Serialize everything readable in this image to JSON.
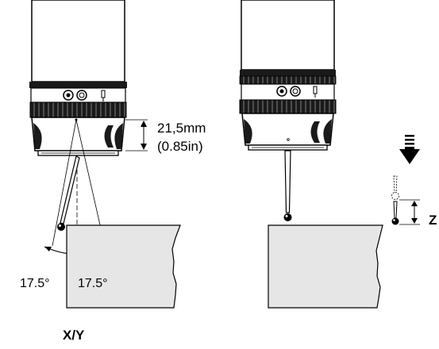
{
  "labels": {
    "height_mm": "21,5mm",
    "height_in": "(0.85in)",
    "angle_left": "17.5°",
    "angle_right": "17.5°",
    "axis_xy": "X/Y",
    "axis_z": "Z"
  },
  "colors": {
    "line": "#000000",
    "surface_fill": "#e6e6e6",
    "body_fill": "#ffffff",
    "band_fill": "#1a1a1a"
  }
}
